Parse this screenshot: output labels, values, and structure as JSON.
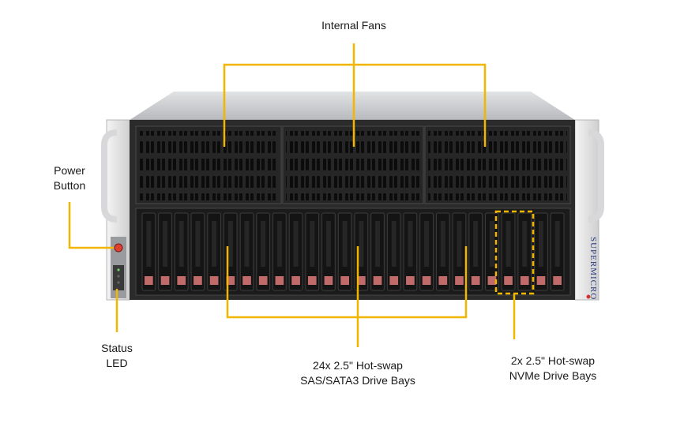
{
  "callouts": {
    "internal_fans": "Internal  Fans",
    "power_button": [
      "Power",
      "Button"
    ],
    "status_led": [
      "Status",
      "LED"
    ],
    "sas_sata_bays": [
      "24x 2.5\" Hot-swap",
      "SAS/SATA3 Drive Bays"
    ],
    "nvme_bays": [
      "2x 2.5\" Hot-swap",
      "NVMe Drive Bays"
    ]
  },
  "chassis": {
    "brand": "SUPERMICRO",
    "fan_modules": 3,
    "drive_bays": 26,
    "nvme_bays": 2
  },
  "colors": {
    "callout_line": "#f0b600",
    "chassis_body": "#2b2b2b",
    "chassis_top": "#c9cacc",
    "drive_led": "#c06a6a",
    "power_led": "#e04030"
  }
}
